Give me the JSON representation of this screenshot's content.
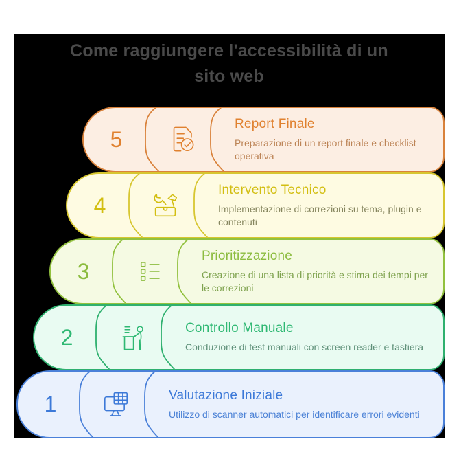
{
  "page": {
    "background_color": "#ffffff",
    "panel_color": "#000000"
  },
  "title": {
    "text": "Come raggiungere l'accessibilità di un sito web",
    "lines": [
      "Come raggiungere l'accessibilità di un",
      "sito web"
    ],
    "color": "#4a4a4a"
  },
  "steps": [
    {
      "number": "1",
      "title": "Valutazione Iniziale",
      "description": "Utilizzo di scanner automatici per identificare errori evidenti",
      "icon": "monitor-grid-icon",
      "colors": {
        "border": "#4a80d9",
        "fill": "#eaf1fd",
        "accent": "#3c79d8",
        "desc": "#4c82d6"
      }
    },
    {
      "number": "2",
      "title": "Controllo Manuale",
      "description": "Conduzione di test manuali con screen reader e tastiera",
      "icon": "person-lectern-icon",
      "colors": {
        "border": "#2fb06f",
        "fill": "#e9fbf2",
        "accent": "#2eb873",
        "desc": "#5f9079"
      }
    },
    {
      "number": "3",
      "title": "Prioritizzazione",
      "description": "Creazione di una lista di priorità e stima dei tempi per le correzioni",
      "icon": "checklist-icon",
      "colors": {
        "border": "#92c13f",
        "fill": "#f5fae3",
        "accent": "#8cbc3f",
        "desc": "#7ea24e"
      }
    },
    {
      "number": "4",
      "title": "Intervento Tecnico",
      "description": "Implementazione di correzioni su tema, plugin e contenuti",
      "icon": "toolbox-icon",
      "colors": {
        "border": "#d7c630",
        "fill": "#fefbe2",
        "accent": "#d2be11",
        "desc": "#85855e"
      }
    },
    {
      "number": "5",
      "title": "Report Finale",
      "description": "Preparazione di un report finale e checklist operativa",
      "icon": "doc-check-icon",
      "colors": {
        "border": "#d9823b",
        "fill": "#fceee3",
        "accent": "#e0812f",
        "desc": "#bc8355"
      }
    }
  ]
}
